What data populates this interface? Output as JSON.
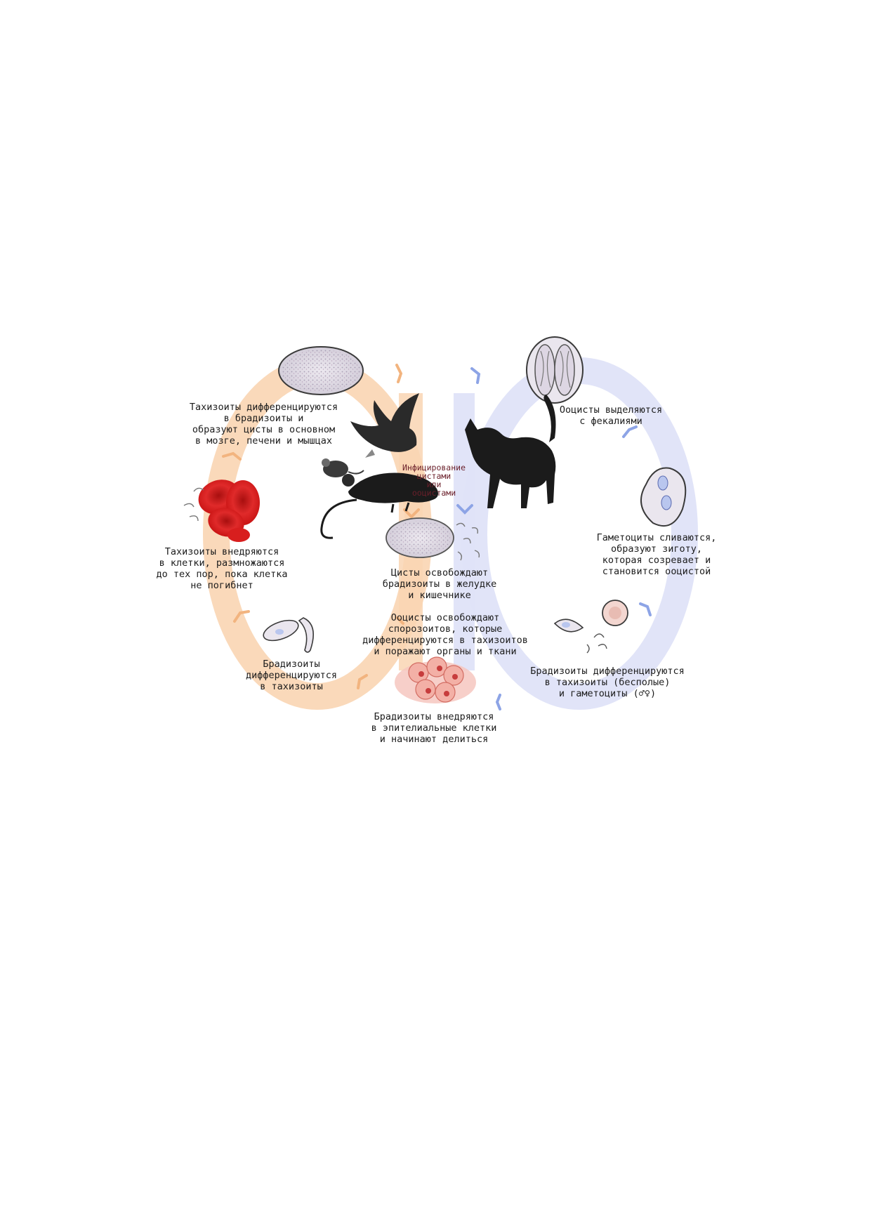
{
  "diagram": {
    "colors": {
      "asexual_cycle": "#f9d5b3",
      "sexual_cycle": "#dfe3f8",
      "arrow_orange": "#f2b47f",
      "arrow_blue": "#8da4e6",
      "red_blood_cell": "#d81e1e",
      "cyst_fill": "#dcd8e0",
      "animal_black": "#1b1b1b",
      "infection_text": "#6a1f2a"
    },
    "labels": {
      "tachy_to_brady": [
        "Тахизоиты дифференцируются",
        "в брадизоиты и",
        "образуют цисты в основном",
        "в мозге, печени и мышцах"
      ],
      "oocysts_shed": [
        "Ооцисты выделяются",
        "с фекалиями"
      ],
      "infection": [
        "Инфицирование",
        "цистами",
        "или",
        "ооцистами"
      ],
      "tachy_invade": [
        "Тахизоиты внедряются",
        "в клетки, размножаются",
        "до тех пор, пока клетка",
        "не погибнет"
      ],
      "gametocytes": [
        "Гаметоциты сливаются,",
        "образуют зиготу,",
        "которая созревает и",
        "становится ооцистой"
      ],
      "cysts_release": [
        "Цисты освобождают",
        "брадизоиты в желудке",
        "и кишечнике"
      ],
      "oocysts_release": [
        "Ооцисты освобождают",
        "спорозоитов, которые",
        "дифференцируются в тахизоитов",
        "и поражают органы и ткани"
      ],
      "brady_to_tachy": [
        "Брадизоиты",
        "дифференцируются",
        "в тахизоиты"
      ],
      "brady_diff_sexual": [
        "Брадизоиты дифференцируются",
        "в тахизоиты (бесполые)",
        "и гаметоциты (♂♀)"
      ],
      "brady_invade": [
        "Брадизоиты внедряются",
        "в эпителиальные клетки",
        "и начинают делиться"
      ]
    }
  }
}
